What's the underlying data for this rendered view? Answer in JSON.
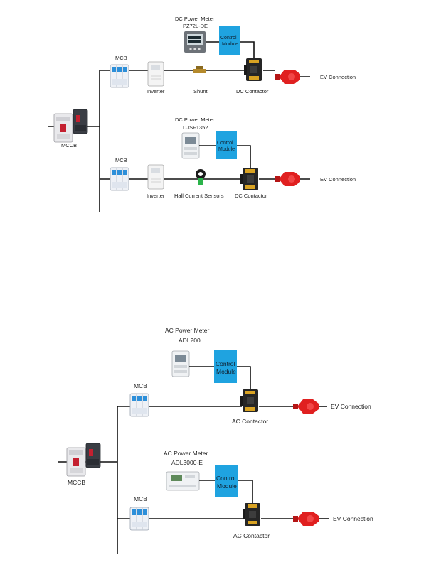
{
  "dc_section": {
    "mccb_label": "MCCB",
    "branch1": {
      "mcb_label": "MCB",
      "inverter_label": "Inverter",
      "sensor_label": "Shunt",
      "meter_title": "DC Power Meter",
      "meter_model": "PZ72L-DE",
      "control_module_line1": "Control",
      "control_module_line2": "Module",
      "contactor_label": "DC Contactor",
      "ev_label": "EV Connection"
    },
    "branch2": {
      "mcb_label": "MCB",
      "inverter_label": "Inverter",
      "sensor_label": "Hall Current Sensors",
      "meter_title": "DC Power Meter",
      "meter_model": "DJSF1352",
      "control_module_line1": "Control",
      "control_module_line2": "Module",
      "contactor_label": "DC Contactor",
      "ev_label": "EV Connection"
    }
  },
  "ac_section": {
    "mccb_label": "MCCB",
    "branch1": {
      "mcb_label": "MCB",
      "meter_title": "AC Power Meter",
      "meter_model": "ADL200",
      "control_module_line1": "Control",
      "control_module_line2": "Module",
      "contactor_label": "AC Contactor",
      "ev_label": "EV Connection"
    },
    "branch2": {
      "mcb_label": "MCB",
      "meter_title": "AC Power Meter",
      "meter_model": "ADL3000-E",
      "control_module_line1": "Control",
      "control_module_line2": "Module",
      "contactor_label": "AC Contactor",
      "ev_label": "EV Connection"
    }
  },
  "colors": {
    "control_module": "#1fa3e0",
    "ev_plug": "#e02020",
    "wire": "#111111"
  }
}
